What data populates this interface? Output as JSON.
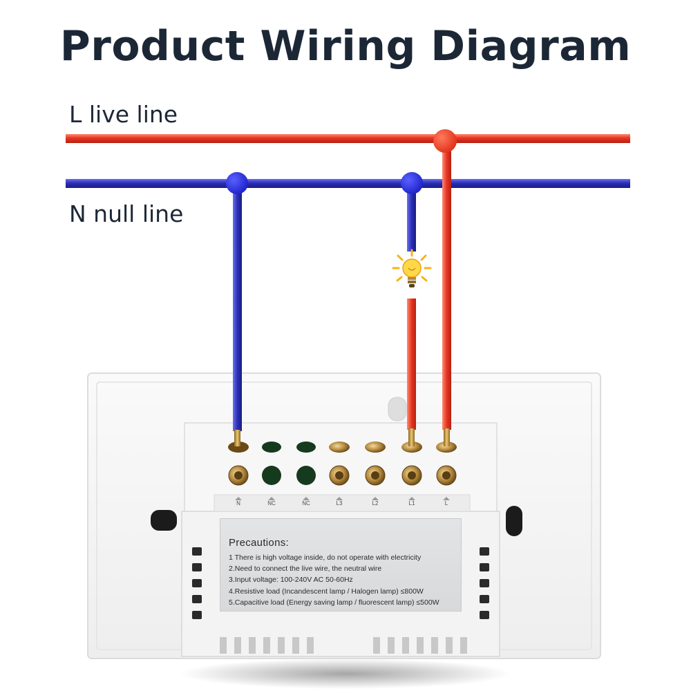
{
  "title": "Product Wiring Diagram",
  "lines": {
    "live": {
      "label": "L live line",
      "color": "#e63524"
    },
    "null": {
      "label": "N null line",
      "color": "#2b2fb8"
    }
  },
  "terminals": [
    "N",
    "NC",
    "NC",
    "L3",
    "L2",
    "L1",
    "L"
  ],
  "precautions": {
    "title": "Precautions:",
    "items": [
      "1 There is high voltage inside, do not operate with electricity",
      "2.Need to connect the live wire, the neutral wire",
      "3.Input voltage:  100-240V AC 50-60Hz",
      "4.Resistive load (Incandescent lamp / Halogen lamp) ≤800W",
      "5.Capacitive load (Energy saving lamp / fluorescent lamp) ≤500W"
    ]
  },
  "icons": {
    "lamp": "light-bulb-icon"
  }
}
